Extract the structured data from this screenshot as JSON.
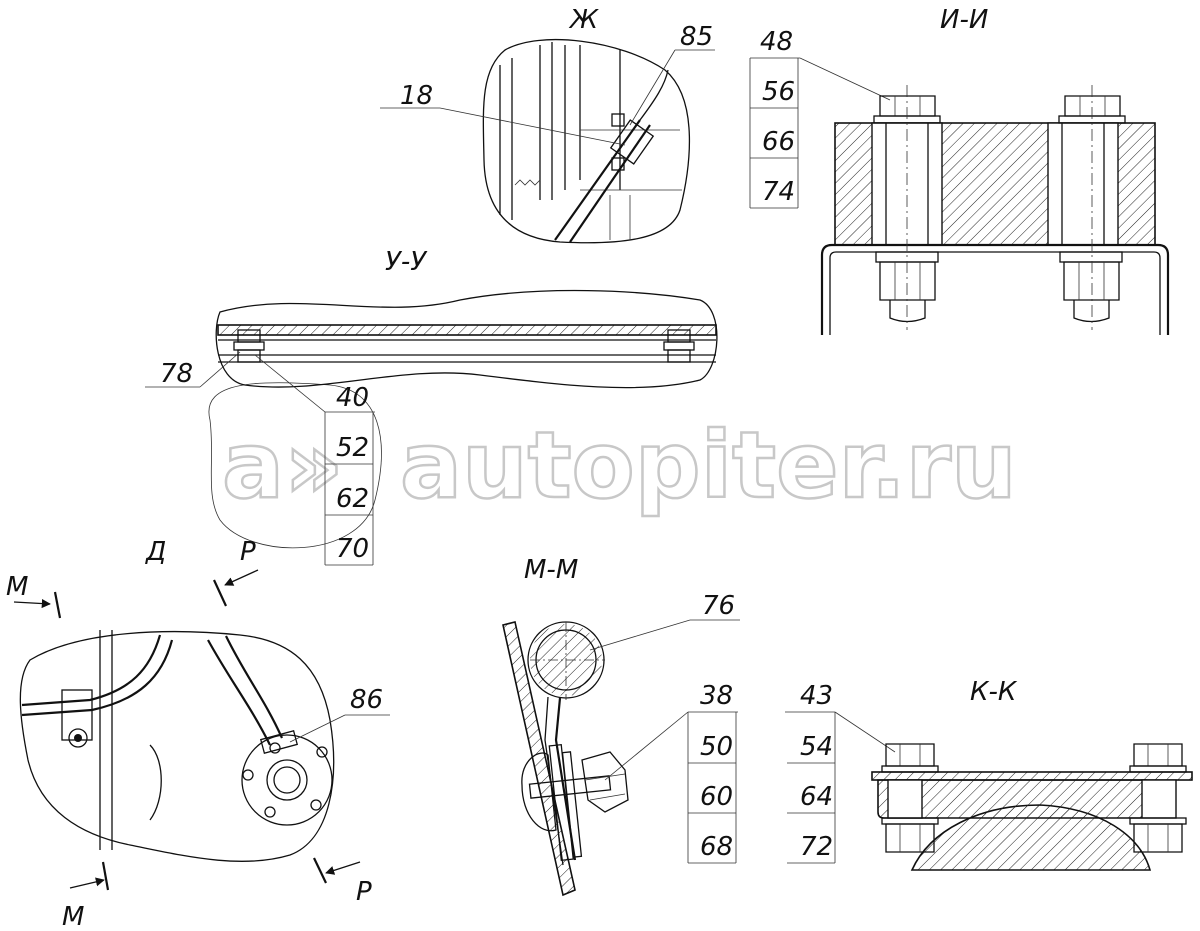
{
  "views": {
    "zh": {
      "title": "Ж",
      "callouts": [
        "85",
        "18"
      ]
    },
    "ii": {
      "title": "И-И",
      "callouts": [
        "48",
        "56",
        "66",
        "74"
      ]
    },
    "uu": {
      "title": "У-У",
      "callouts": [
        "78",
        "40",
        "52",
        "62",
        "70"
      ]
    },
    "d": {
      "title": "Д",
      "callouts": [
        "86"
      ],
      "section_marks": {
        "m_top": "М",
        "m_bottom": "М",
        "p_top": "Р",
        "p_bottom": "Р"
      }
    },
    "mm": {
      "title": "М-М",
      "callouts": [
        "76",
        "38",
        "50",
        "60",
        "68"
      ]
    },
    "kk": {
      "title": "К-К",
      "callouts": [
        "43",
        "54",
        "64",
        "72"
      ]
    }
  },
  "watermark": {
    "logo": "a»",
    "text": "autopiter.ru"
  }
}
